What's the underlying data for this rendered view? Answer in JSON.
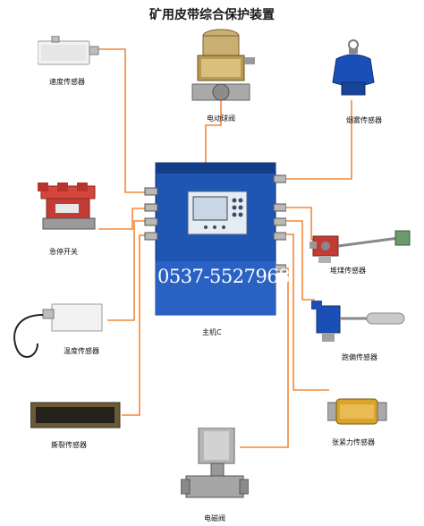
{
  "title": "矿用皮带综合保护装置",
  "host": {
    "label": "主机C",
    "phone": "0537-5527968"
  },
  "devices": [
    {
      "id": "speed",
      "label": "速度传感器"
    },
    {
      "id": "ball-valve",
      "label": "电动球阀"
    },
    {
      "id": "smoke",
      "label": "烟雾传感器"
    },
    {
      "id": "estop",
      "label": "急停开关"
    },
    {
      "id": "coal-pile",
      "label": "堆煤传感器"
    },
    {
      "id": "temperature",
      "label": "温度传感器"
    },
    {
      "id": "deviation",
      "label": "跑偏传感器"
    },
    {
      "id": "tear",
      "label": "撕裂传感器"
    },
    {
      "id": "tension",
      "label": "张紧力传感器"
    },
    {
      "id": "solenoid",
      "label": "电磁阀"
    }
  ],
  "colors": {
    "wire": "#f0883a",
    "host": "#1f56b4",
    "host_dark": "#143d87",
    "sensor_red": "#c23b35",
    "smoke_blue": "#1b4fb8"
  }
}
